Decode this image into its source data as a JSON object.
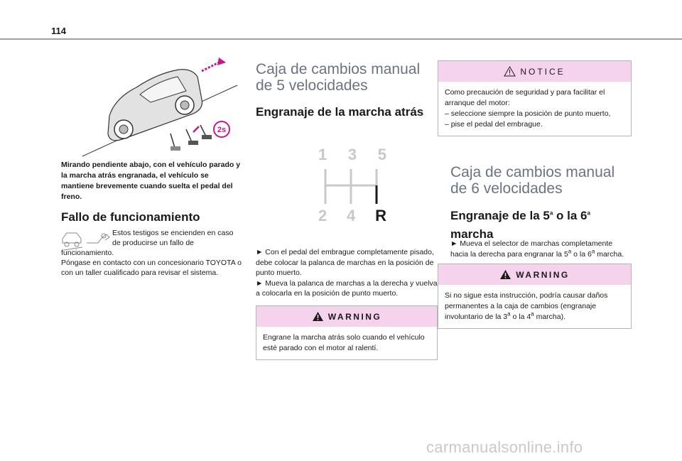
{
  "page": {
    "number": "114",
    "watermark": "carmanualsonline.info"
  },
  "left": {
    "caption": "Mirando pendiente abajo, con el vehículo parado y la marcha atrás engranada, el vehículo se mantiene brevemente cuando suelta el pedal del freno.",
    "badge_2s": "2s",
    "fallo_title": "Fallo de funcionamiento",
    "fallo_text1": "Estos testigos se encienden en caso de producirse un fallo de",
    "fallo_text2": "funcionamiento.",
    "fallo_text3": "Póngase en contacto con un concesionario TOYOTA o con un taller cualificado para revisar el sistema."
  },
  "middle": {
    "section_title": "Caja de cambios manual de 5 velocidades",
    "sub_title": "Engranaje de la marcha atrás",
    "gear_labels": {
      "top": [
        "1",
        "3",
        "5"
      ],
      "bottom": [
        "2",
        "4",
        "R"
      ]
    },
    "bullet1": "► Con el pedal del embrague completamente pisado, debe colocar la palanca de marchas en la posición de punto muerto.",
    "bullet2": "► Mueva la palanca de marchas a la derecha y vuelva a colocarla en la posición de punto muerto.",
    "warning_label": "WARNING",
    "warning_text": "Engrane la marcha atrás solo cuando el vehículo esté parado con el motor al ralentí."
  },
  "right": {
    "notice_label": "NOTICE",
    "notice_line1": "Como precaución de seguridad y para facilitar el arranque del motor:",
    "notice_line2": "– seleccione siempre la posición de punto muerto,",
    "notice_line3": "– pise el pedal del embrague.",
    "section_title": "Caja de cambios manual de 6 velocidades",
    "sub_title_pre": "Engranaje de la 5",
    "sub_title_mid": " o la 6",
    "sub_title_post": "marcha",
    "sup_a": "a",
    "bullet_pre": "► Mueva el selector de marchas completamente hacia la derecha para engranar la 5",
    "bullet_mid": " o la 6",
    "bullet_post": " marcha.",
    "warning_label": "WARNING",
    "warning_pre": "Si no sigue esta instrucción, podría causar daños permanentes a la caja de cambios (engranaje involuntario de la 3",
    "warning_mid": " o la 4",
    "warning_post": " marcha)."
  },
  "colors": {
    "box_header": "#f6d3ec",
    "section_grey": "#6b7380",
    "accent_magenta": "#c2188b"
  },
  "icons": [
    "car-on-slope-icon",
    "pedals-icon",
    "hill-hold-warning-icon",
    "wrench-warning-icon",
    "warning-triangle-icon",
    "notice-triangle-icon"
  ]
}
